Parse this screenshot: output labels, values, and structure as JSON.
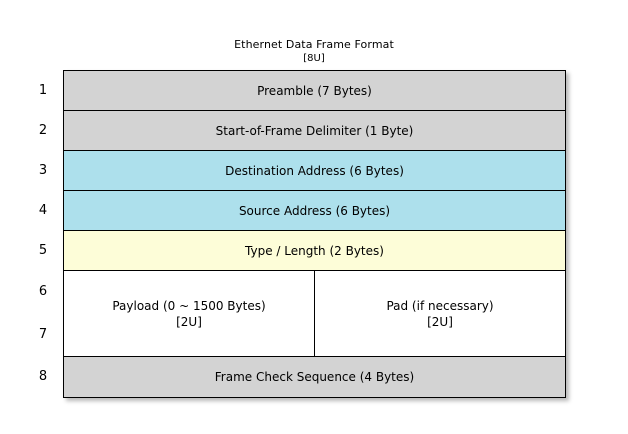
{
  "diagram": {
    "title": "Ethernet Data Frame Format",
    "title_note": "[8U]",
    "background_color": "#ffffff",
    "border_color": "#000000",
    "colors": {
      "gray": "#d3d3d3",
      "blue": "#ade0ec",
      "yellow": "#fdfdd8",
      "white": "#ffffff"
    },
    "row_indices": [
      "1",
      "2",
      "3",
      "4",
      "5",
      "6",
      "7",
      "8"
    ],
    "rows": [
      {
        "index": "1",
        "label": "Preamble (7 Bytes)",
        "fill": "gray",
        "split": false
      },
      {
        "index": "2",
        "label": "Start-of-Frame Delimiter (1 Byte)",
        "fill": "gray",
        "split": false
      },
      {
        "index": "3",
        "label": "Destination Address (6 Bytes)",
        "fill": "blue",
        "split": false
      },
      {
        "index": "4",
        "label": "Source Address (6 Bytes)",
        "fill": "blue",
        "split": false
      },
      {
        "index": "5",
        "label": "Type / Length (2 Bytes)",
        "fill": "yellow",
        "split": false
      },
      {
        "index": "6-7",
        "fill": "white",
        "split": true,
        "left": {
          "label": "Payload (0 ~ 1500 Bytes)",
          "note": "[2U]"
        },
        "right": {
          "label": "Pad (if necessary)",
          "note": "[2U]"
        }
      },
      {
        "index": "8",
        "label": "Frame Check Sequence (4 Bytes)",
        "fill": "gray",
        "split": false
      }
    ]
  }
}
